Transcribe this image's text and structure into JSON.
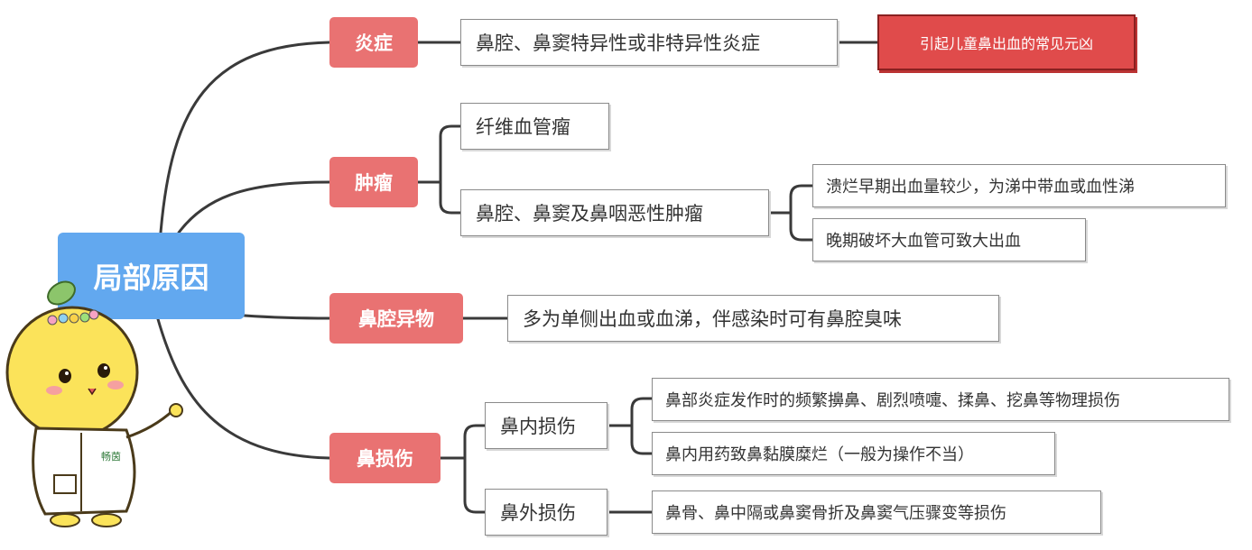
{
  "root": "局部原因",
  "inflammation": {
    "label": "炎症",
    "detail": "鼻腔、鼻窦特异性或非特异性炎症",
    "note": "引起儿童鼻出血的常见元凶"
  },
  "tumor": {
    "label": "肿瘤",
    "benign": "纤维血管瘤",
    "malignant": "鼻腔、鼻窦及鼻咽恶性肿瘤",
    "early": "溃烂早期出血量较少，为涕中带血或血性涕",
    "late": "晚期破坏大血管可致大出血"
  },
  "foreign_body": {
    "label": "鼻腔异物",
    "detail": "多为单侧出血或血涕，伴感染时可有鼻腔臭味"
  },
  "injury": {
    "label": "鼻损伤",
    "internal": {
      "label": "鼻内损伤",
      "item1": "鼻部炎症发作时的频繁擤鼻、剧烈喷嚏、揉鼻、挖鼻等物理损伤",
      "item2": "鼻内用药致鼻黏膜糜烂（一般为操作不当）"
    },
    "external": {
      "label": "鼻外损伤",
      "item1": "鼻骨、鼻中隔或鼻窦骨折及鼻窦气压骤变等损伤"
    }
  },
  "mascot": {
    "badge": "畅茵"
  },
  "colors": {
    "root": "#62a8ef",
    "category": "#e97272",
    "highlight": "#e04b4b",
    "connector": "#333333"
  }
}
